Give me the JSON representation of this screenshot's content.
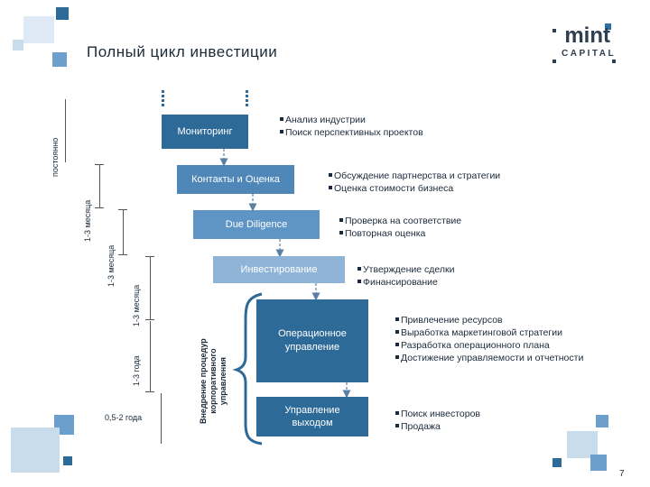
{
  "header": {
    "title": "Полный цикл инвестиции"
  },
  "logo": {
    "word": "mint",
    "sub": "CAPITAL"
  },
  "stages": [
    {
      "label": "Мониторинг",
      "bullets": [
        "Анализ индустрии",
        "Поиск перспективных проектов"
      ]
    },
    {
      "label": "Контакты и Оценка",
      "bullets": [
        "Обсуждение партнерства и стратегии",
        "Оценка стоимости бизнеса"
      ]
    },
    {
      "label": "Due Diligence",
      "bullets": [
        "Проверка на соответствие",
        "Повторная оценка"
      ]
    },
    {
      "label": "Инвестирование",
      "bullets": [
        "Утверждение сделки",
        "Финансирование"
      ]
    },
    {
      "label_line1": "Операционное",
      "label_line2": "управление",
      "bullets": [
        "Привлечение ресурсов",
        "Выработка маркетинговой стратегии",
        "Разработка операционного плана",
        "Достижение управляемости и отчетности"
      ]
    },
    {
      "label_line1": "Управление",
      "label_line2": "выходом",
      "bullets": [
        "Поиск инвесторов",
        "Продажа"
      ]
    }
  ],
  "durations": [
    "постоянно",
    "1-3 месяца",
    "1-3 месяца",
    "1-3 месяца",
    "1-3 года",
    "0,5-2 года"
  ],
  "implementation": {
    "line1": "Внедрение процедур",
    "line2": "корпоративного",
    "line3": "управления"
  },
  "colors": {
    "dark": "#2e6a98",
    "mid": "#4f87b8",
    "light": "#8fb4d8"
  },
  "page_number": "7"
}
